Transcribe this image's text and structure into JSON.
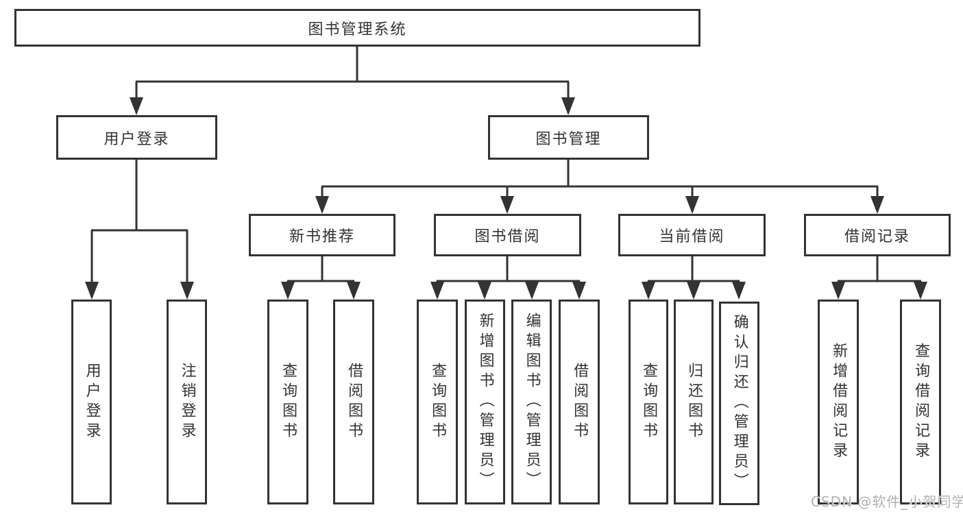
{
  "tree": {
    "label": "图书管理系统",
    "children": [
      {
        "label": "用户登录",
        "children": [
          {
            "label": "用户登录"
          },
          {
            "label": "注销登录"
          }
        ]
      },
      {
        "label": "图书管理",
        "children": [
          {
            "label": "新书推荐",
            "children": [
              {
                "label": "查询图书"
              },
              {
                "label": "借阅图书"
              }
            ]
          },
          {
            "label": "图书借阅",
            "children": [
              {
                "label": "查询图书"
              },
              {
                "label": "新增图书（管理员）"
              },
              {
                "label": "编辑图书（管理员）"
              },
              {
                "label": "借阅图书"
              }
            ]
          },
          {
            "label": "当前借阅",
            "children": [
              {
                "label": "查询图书"
              },
              {
                "label": "归还图书"
              },
              {
                "label": "确认归还（管理员）"
              }
            ]
          },
          {
            "label": "借阅记录",
            "children": [
              {
                "label": "新增借阅记录"
              },
              {
                "label": "查询借阅记录"
              }
            ]
          }
        ]
      }
    ]
  },
  "watermark": {
    "text": "CSDN @软件_小贺同学"
  },
  "colors": {
    "line": "#333333",
    "text": "#333333",
    "background": "#ffffff",
    "watermark": "#b1b1b1"
  }
}
